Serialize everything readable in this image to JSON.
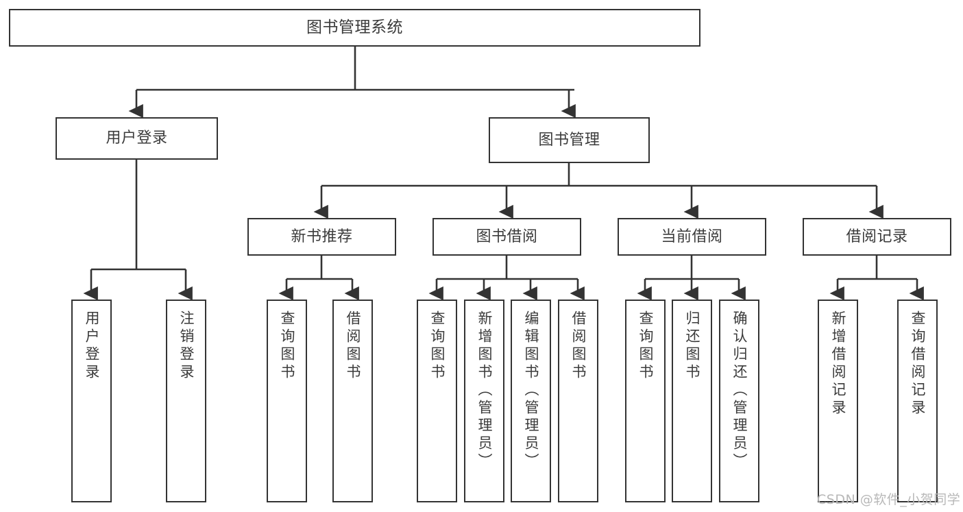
{
  "diagram": {
    "title": "图书管理系统",
    "type": "tree-hierarchy",
    "root": {
      "id": "root",
      "label": "图书管理系统"
    },
    "level2": [
      {
        "id": "user-login",
        "label": "用户登录"
      },
      {
        "id": "book-manage",
        "label": "图书管理"
      }
    ],
    "level3": [
      {
        "id": "new-book-recommend",
        "label": "新书推荐",
        "parent": "book-manage"
      },
      {
        "id": "book-borrow",
        "label": "图书借阅",
        "parent": "book-manage"
      },
      {
        "id": "current-borrow",
        "label": "当前借阅",
        "parent": "book-manage"
      },
      {
        "id": "borrow-record",
        "label": "借阅记录",
        "parent": "book-manage"
      }
    ],
    "leaves": [
      {
        "id": "leaf-user-login",
        "label": "用户登录",
        "parent": "user-login"
      },
      {
        "id": "leaf-user-logout",
        "label": "注销登录",
        "parent": "user-login"
      },
      {
        "id": "leaf-query-book-1",
        "label": "查询图书",
        "parent": "new-book-recommend"
      },
      {
        "id": "leaf-borrow-book-1",
        "label": "借阅图书",
        "parent": "new-book-recommend"
      },
      {
        "id": "leaf-query-book-2",
        "label": "查询图书",
        "parent": "book-borrow"
      },
      {
        "id": "leaf-add-book",
        "label": "新增图书（管理员）",
        "parent": "book-borrow"
      },
      {
        "id": "leaf-edit-book",
        "label": "编辑图书（管理员）",
        "parent": "book-borrow"
      },
      {
        "id": "leaf-borrow-book-2",
        "label": "借阅图书",
        "parent": "book-borrow"
      },
      {
        "id": "leaf-query-book-3",
        "label": "查询图书",
        "parent": "current-borrow"
      },
      {
        "id": "leaf-return-book",
        "label": "归还图书",
        "parent": "current-borrow"
      },
      {
        "id": "leaf-confirm-return",
        "label": "确认归还（管理员）",
        "parent": "current-borrow"
      },
      {
        "id": "leaf-add-record",
        "label": "新增借阅记录",
        "parent": "borrow-record"
      },
      {
        "id": "leaf-query-record",
        "label": "查询借阅记录",
        "parent": "borrow-record"
      }
    ]
  },
  "watermark": {
    "text": "CSDN @软件_小贺同学"
  },
  "colors": {
    "stroke": "#333333",
    "text": "#3b3b3b",
    "background": "#ffffff",
    "watermark": "#b8b8b8"
  }
}
